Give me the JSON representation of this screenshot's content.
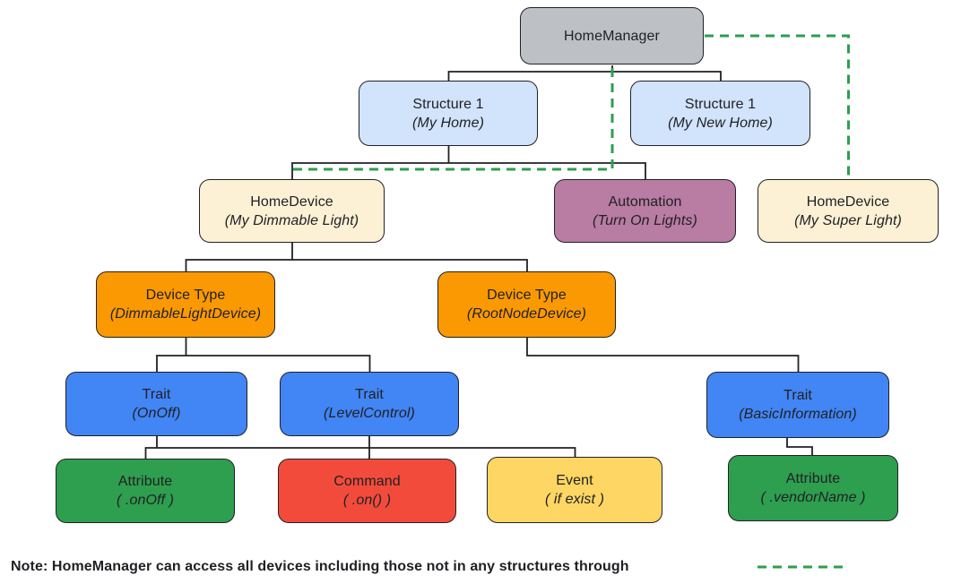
{
  "palette": {
    "gray": "#BDC1C6",
    "light_blue": "#D2E3FC",
    "cream": "#FCF0D5",
    "mauve": "#B97CA3",
    "orange": "#FB9903",
    "blue": "#4285F4",
    "green": "#2E9E4F",
    "red": "#F24B3C",
    "yellow": "#FDD663",
    "line": "#202124",
    "dashed_green": "#2E9E4F",
    "text": "#202124"
  },
  "nodes": {
    "homemanager": {
      "title": "HomeManager",
      "subtitle": ""
    },
    "structure_my_home": {
      "title": "Structure 1",
      "subtitle": "(My Home)"
    },
    "structure_my_new_home": {
      "title": "Structure 1",
      "subtitle": "(My New Home)"
    },
    "homedevice_dimmable": {
      "title": "HomeDevice",
      "subtitle": "(My Dimmable Light)"
    },
    "automation": {
      "title": "Automation",
      "subtitle": "(Turn On Lights)"
    },
    "homedevice_super": {
      "title": "HomeDevice",
      "subtitle": "(My Super Light)"
    },
    "devicetype_dimmable": {
      "title": "Device Type",
      "subtitle": "(DimmableLightDevice)"
    },
    "devicetype_rootnode": {
      "title": "Device Type",
      "subtitle": "(RootNodeDevice)"
    },
    "trait_onoff": {
      "title": "Trait",
      "subtitle": "(OnOff)"
    },
    "trait_levelcontrol": {
      "title": "Trait",
      "subtitle": "(LevelControl)"
    },
    "trait_basicinformation": {
      "title": "Trait",
      "subtitle": "(BasicInformation)"
    },
    "attribute_onoff": {
      "title": "Attribute",
      "subtitle": "( .onOff )"
    },
    "command_on": {
      "title": "Command",
      "subtitle": "( .on() )"
    },
    "event_ifexist": {
      "title": "Event",
      "subtitle": "( if exist )"
    },
    "attribute_vendorname": {
      "title": "Attribute",
      "subtitle": "( .vendorName )"
    }
  },
  "note": {
    "text": "Note: HomeManager can access all devices including those not in any structures through"
  }
}
